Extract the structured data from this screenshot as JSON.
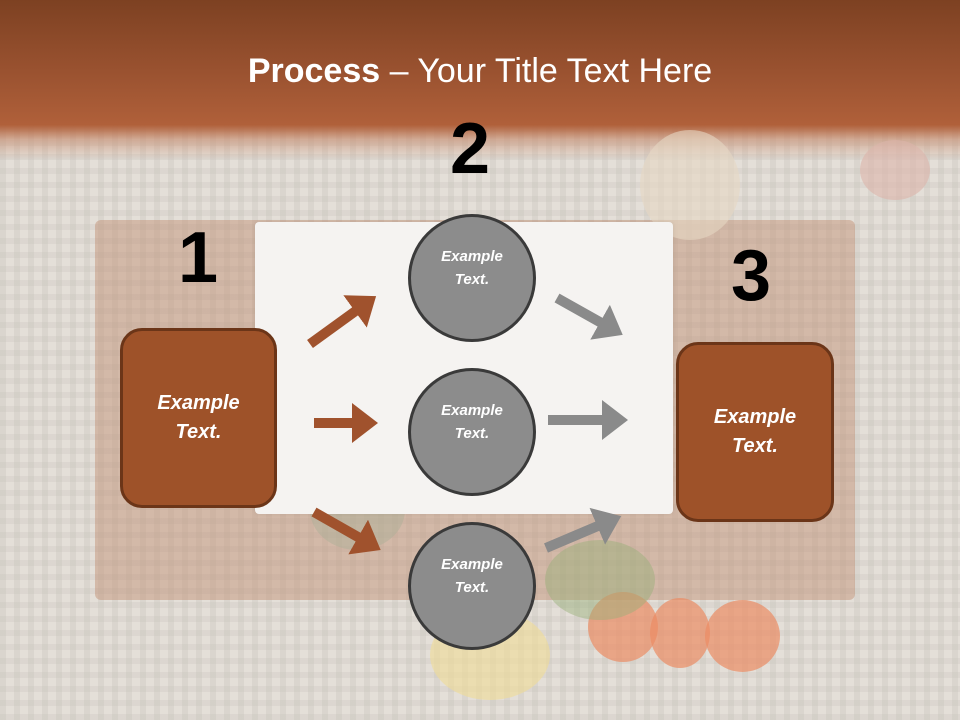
{
  "slide": {
    "title_bold": "Process",
    "title_rest": " – Your Title Text Here",
    "colors": {
      "header": "#9a5230",
      "box_fill": "#9e5229",
      "box_border": "#6b3518",
      "circle_fill": "#8c8c8c",
      "circle_border": "#3a3a3a",
      "arrow_brown": "#a0522d",
      "arrow_gray": "#8a8a8a"
    }
  },
  "steps": [
    {
      "number": "1",
      "label_line1": "Example",
      "label_line2": "Text."
    },
    {
      "number": "2",
      "items": [
        {
          "label_line1": "Example",
          "label_line2": "Text."
        },
        {
          "label_line1": "Example",
          "label_line2": "Text."
        },
        {
          "label_line1": "Example",
          "label_line2": "Text."
        }
      ]
    },
    {
      "number": "3",
      "label_line1": "Example",
      "label_line2": "Text."
    }
  ]
}
